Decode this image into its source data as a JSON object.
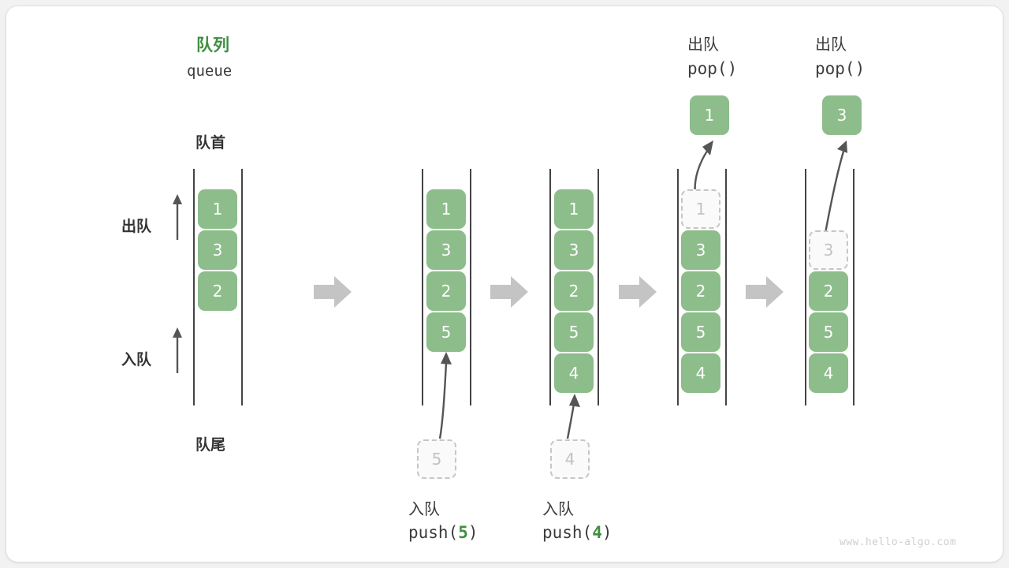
{
  "meta": {
    "watermark": "www.hello-algo.com",
    "colors": {
      "cell_fill": "#8cbd8a",
      "cell_text": "#ffffff",
      "ghost_fill": "#fafafa",
      "ghost_border": "#c6c6c6",
      "ghost_text": "#c2c2c2",
      "accent_green": "#3f8f43",
      "rail": "#444444",
      "arrow_gray": "#c4c4c4",
      "arrow_dark": "#555555",
      "text": "#3c3c3c",
      "card_bg": "#ffffff",
      "page_bg": "#f2f2f2"
    }
  },
  "header": {
    "title_cn": "队列",
    "title_en": "queue"
  },
  "labels": {
    "head": "队首",
    "tail": "队尾",
    "dequeue": "出队",
    "enqueue": "入队"
  },
  "stages": [
    {
      "id": "initial",
      "cells": [
        "1",
        "3",
        "2"
      ],
      "ghost_index": null,
      "incoming": null,
      "popped": null,
      "caption_cn": "",
      "caption_code": ""
    },
    {
      "id": "push-5",
      "cells": [
        "1",
        "3",
        "2",
        "5"
      ],
      "ghost_index": null,
      "incoming": "5",
      "popped": null,
      "caption_cn": "入队",
      "caption_code": "push(5)",
      "caption_code_prefix": "push(",
      "caption_code_value": "5",
      "caption_code_suffix": ")"
    },
    {
      "id": "push-4",
      "cells": [
        "1",
        "3",
        "2",
        "5",
        "4"
      ],
      "ghost_index": null,
      "incoming": "4",
      "popped": null,
      "caption_cn": "入队",
      "caption_code": "push(4)",
      "caption_code_prefix": "push(",
      "caption_code_value": "4",
      "caption_code_suffix": ")"
    },
    {
      "id": "pop-1",
      "cells": [
        "1",
        "3",
        "2",
        "5",
        "4"
      ],
      "ghost_index": 0,
      "incoming": null,
      "popped": "1",
      "caption_cn": "出队",
      "caption_code": "pop()"
    },
    {
      "id": "pop-3",
      "cells": [
        "3",
        "2",
        "5",
        "4"
      ],
      "ghost_index": 0,
      "incoming": null,
      "popped": "3",
      "caption_cn": "出队",
      "caption_code": "pop()"
    }
  ]
}
